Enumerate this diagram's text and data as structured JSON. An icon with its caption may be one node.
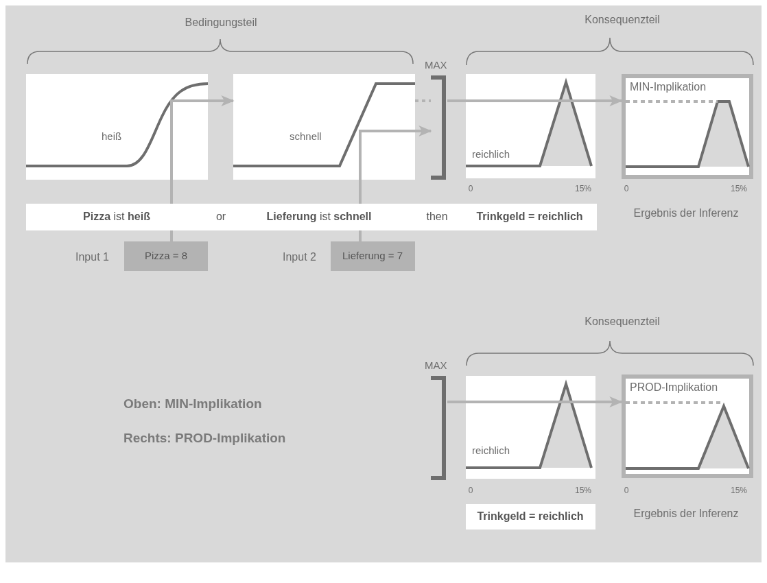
{
  "diagram": {
    "nodes": [
      {
        "text": [
          "heiß"
        ]
      },
      {
        "text": [
          "schnell"
        ]
      },
      {
        "text": [
          "MAX"
        ]
      },
      {
        "text": [
          "reichlich"
        ],
        "beside": [
          "0",
          "15%"
        ]
      },
      {
        "text": [
          "MIN-Implikation"
        ],
        "beside": [
          "0",
          "15%",
          "Ergebnis der Inferenz"
        ]
      },
      {
        "text": [
          "**Pizza** ist **heiß**",
          "or",
          "**Lieferung** ist **schnell**",
          "then",
          "**Trinkgeld = reichlich**"
        ]
      },
      {
        "text": [
          "Pizza = 8"
        ],
        "beside": [
          "Input 1"
        ]
      },
      {
        "text": [
          "Lieferung = 7"
        ],
        "beside": [
          "Input 2"
        ]
      },
      {
        "text": [
          "MAX"
        ]
      },
      {
        "text": [
          "reichlich"
        ],
        "beside": [
          "0",
          "15%"
        ]
      },
      {
        "text": [
          "PROD-Implikation"
        ],
        "beside": [
          "0",
          "15%",
          "Ergebnis der Inferenz"
        ]
      },
      {
        "text": [
          "Trinkgeld = reichlich"
        ]
      }
    ],
    "edges": [
      {
        "from": 6,
        "to": 5,
        "arrow": "none"
      },
      {
        "from": 5,
        "to": 0,
        "arrow": "none"
      },
      {
        "from": 0,
        "to": 1,
        "arrow": "to"
      },
      {
        "from": 7,
        "to": 5,
        "arrow": "none"
      },
      {
        "from": 5,
        "to": 1,
        "arrow": "none"
      },
      {
        "from": 1,
        "to": 2,
        "arrow": "to"
      },
      {
        "from": 1,
        "to": 2,
        "arrow": "none",
        "style": "dashed"
      },
      {
        "from": 2,
        "to": 3,
        "arrow": "none"
      },
      {
        "from": 3,
        "to": 4,
        "arrow": "to"
      },
      {
        "from": 8,
        "to": 9,
        "arrow": "none"
      },
      {
        "from": 9,
        "to": 10,
        "arrow": "to"
      }
    ],
    "labels": [
      "Bedingungsteil",
      "Konsequenzteil",
      "Konsequenzteil",
      "Oben: MIN-Implikation",
      "Rechts: PROD-Implikation"
    ]
  }
}
